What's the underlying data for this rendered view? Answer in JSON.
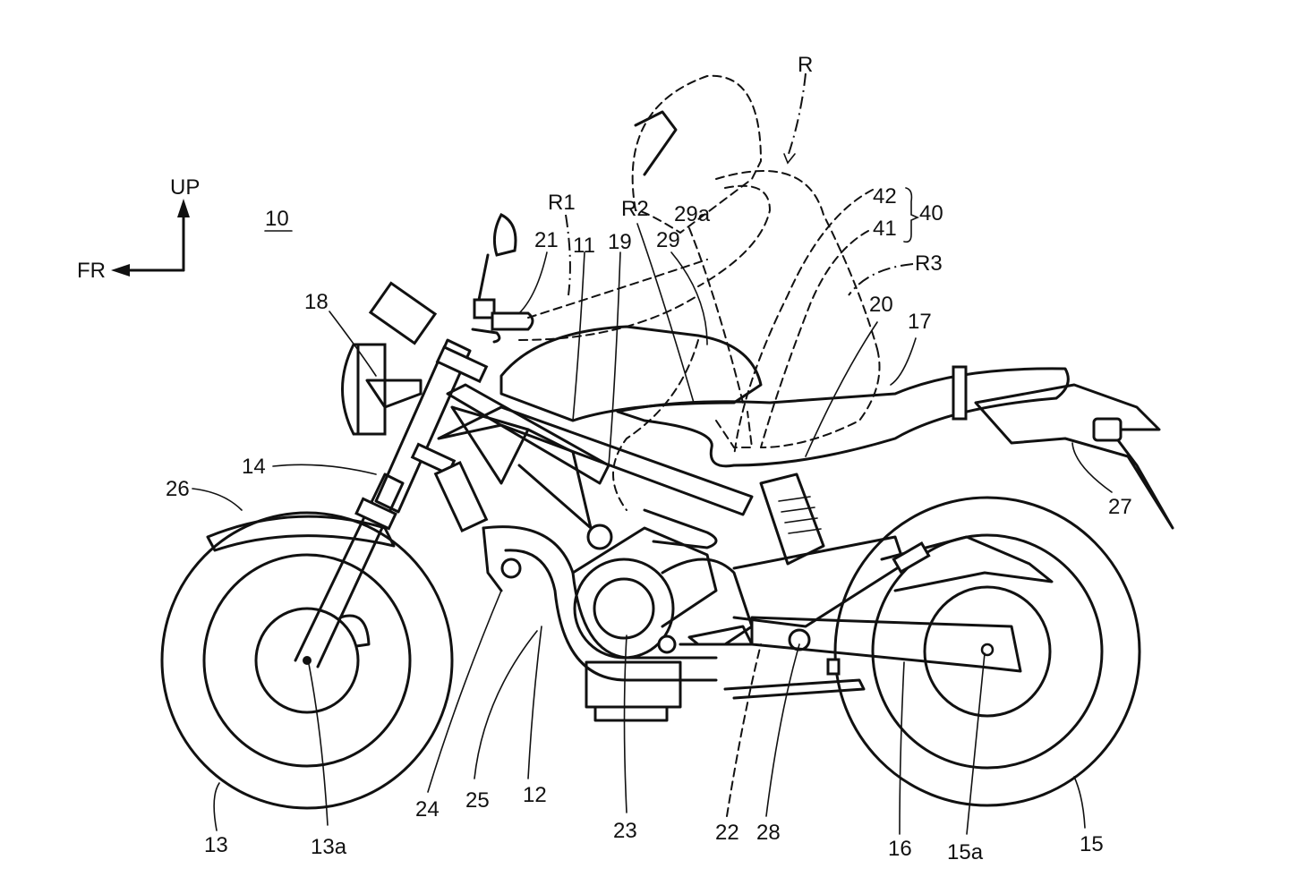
{
  "figure": {
    "subject": "Motorcycle side view with rider outline (patent drawing)",
    "reference_numeral": "10",
    "direction_indicator": {
      "up": "UP",
      "front": "FR"
    },
    "labels": {
      "R": "R",
      "R1": "R1",
      "R2": "R2",
      "R3": "R3",
      "n11": "11",
      "n12": "12",
      "n13": "13",
      "n13a": "13a",
      "n14": "14",
      "n15": "15",
      "n15a": "15a",
      "n16": "16",
      "n17": "17",
      "n18": "18",
      "n19": "19",
      "n20": "20",
      "n21": "21",
      "n22": "22",
      "n23": "23",
      "n24": "24",
      "n25": "25",
      "n26": "26",
      "n27": "27",
      "n28": "28",
      "n29": "29",
      "n29a": "29a",
      "n40": "40",
      "n41": "41",
      "n42": "42"
    }
  }
}
